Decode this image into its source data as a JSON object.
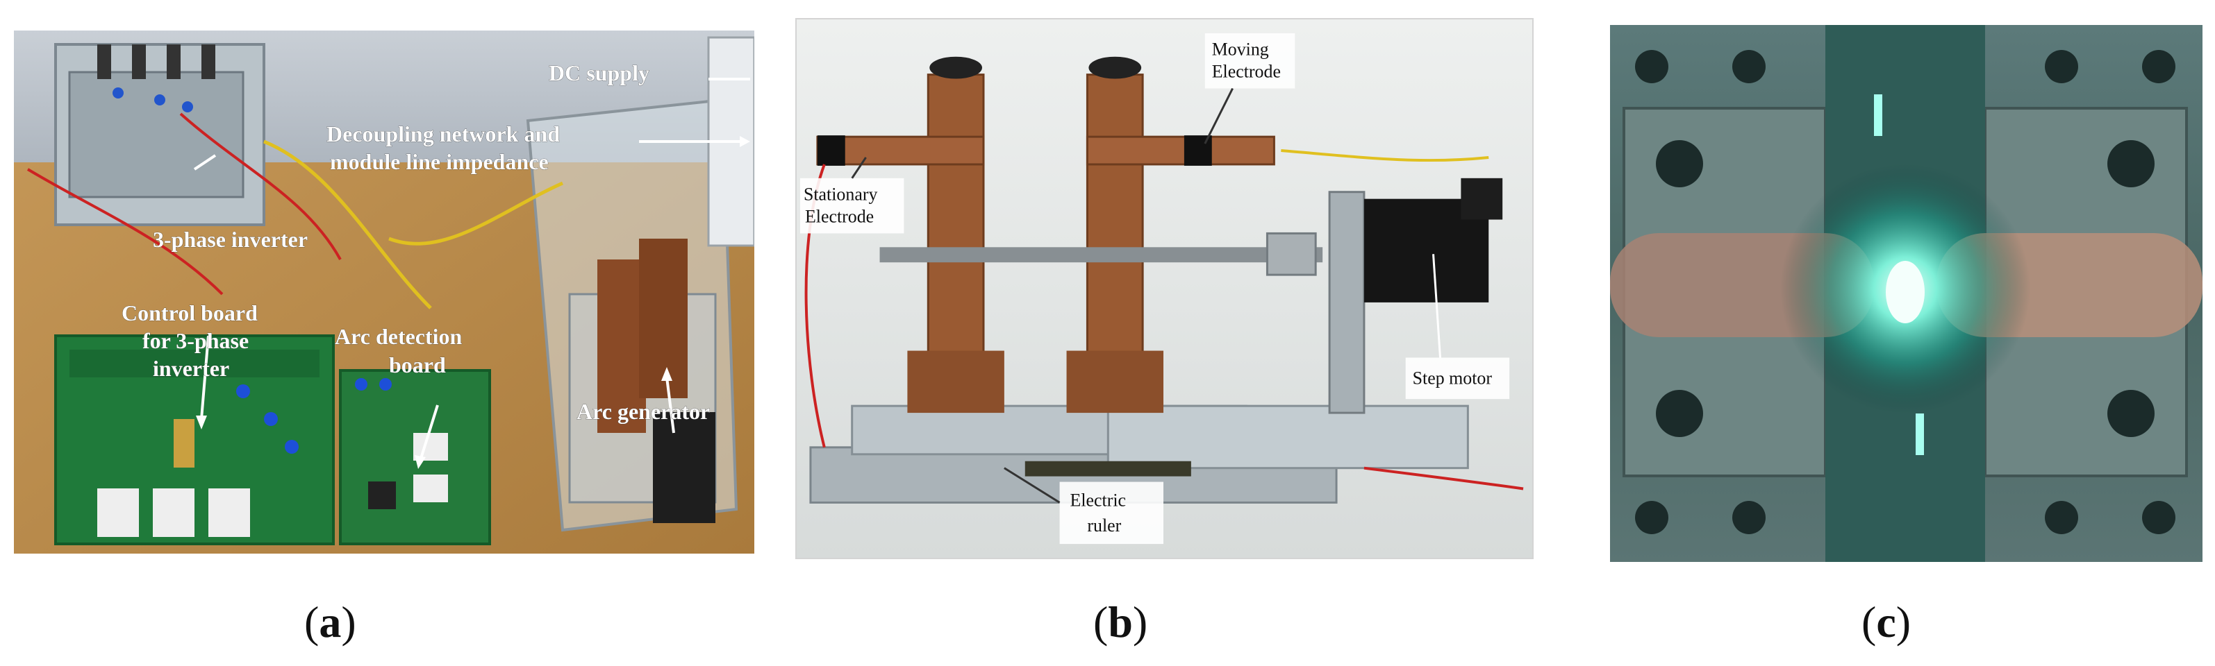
{
  "panel_a": {
    "labels": {
      "dc_supply": "DC supply",
      "decoupling_line1": "Decoupling network and",
      "decoupling_line2": "module line impedance",
      "inverter": "3-phase inverter",
      "control_line1": "Control board",
      "control_line2": "for 3-phase",
      "control_line3": "inverter",
      "arc_detect_line1": "Arc detection",
      "arc_detect_line2": "board",
      "arc_generator": "Arc generator"
    }
  },
  "panel_b": {
    "labels": {
      "moving_line1": "Moving",
      "moving_line2": "Electrode",
      "stationary_line1": "Stationary",
      "stationary_line2": "Electrode",
      "step_motor": "Step motor",
      "ruler_line1": "Electric",
      "ruler_line2": "ruler"
    }
  },
  "captions": {
    "a": "a",
    "b": "b",
    "c": "c"
  }
}
